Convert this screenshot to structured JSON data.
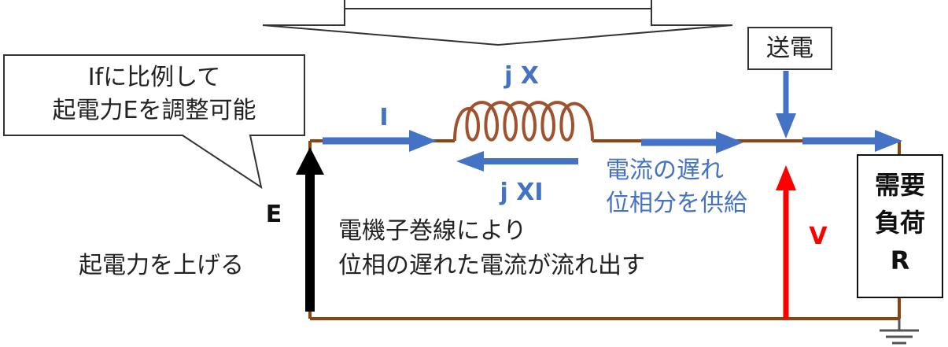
{
  "callout_left": {
    "line1": "Ifに比例して",
    "line2": "起電力Eを調整可能"
  },
  "transmission_label": "送電",
  "inductor_label": "j X",
  "current_label": "I",
  "reverse_current_label": "j XI",
  "supply_note": {
    "line1": "電流の遅れ",
    "line2": "位相分を供給"
  },
  "armature_note": {
    "line1": "電機子巻線により",
    "line2": "位相の遅れた電流が流れ出す"
  },
  "emf_label": "E",
  "emf_note": "起電力を上げる",
  "voltage_label": "V",
  "load": {
    "line1": "需要",
    "line2": "負荷",
    "line3": "R"
  },
  "colors": {
    "wire": "#8b4513",
    "blue_arrow": "#4472c4",
    "red_arrow": "#ff0000",
    "black_arrow": "#000000",
    "coil": "#a0522d"
  }
}
